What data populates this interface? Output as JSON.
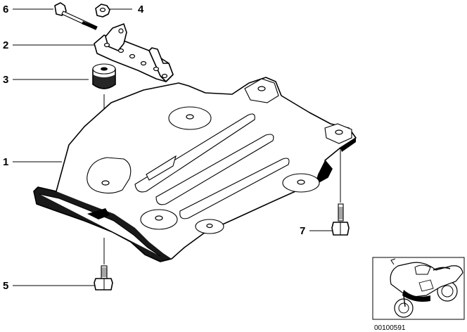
{
  "callouts": [
    {
      "id": "6",
      "label": "6"
    },
    {
      "id": "4",
      "label": "4"
    },
    {
      "id": "2",
      "label": "2"
    },
    {
      "id": "3",
      "label": "3"
    },
    {
      "id": "1",
      "label": "1"
    },
    {
      "id": "7",
      "label": "7"
    },
    {
      "id": "5",
      "label": "5"
    }
  ],
  "thumbnail": {
    "icon": "motorcycle-icon",
    "code": "00100591"
  }
}
